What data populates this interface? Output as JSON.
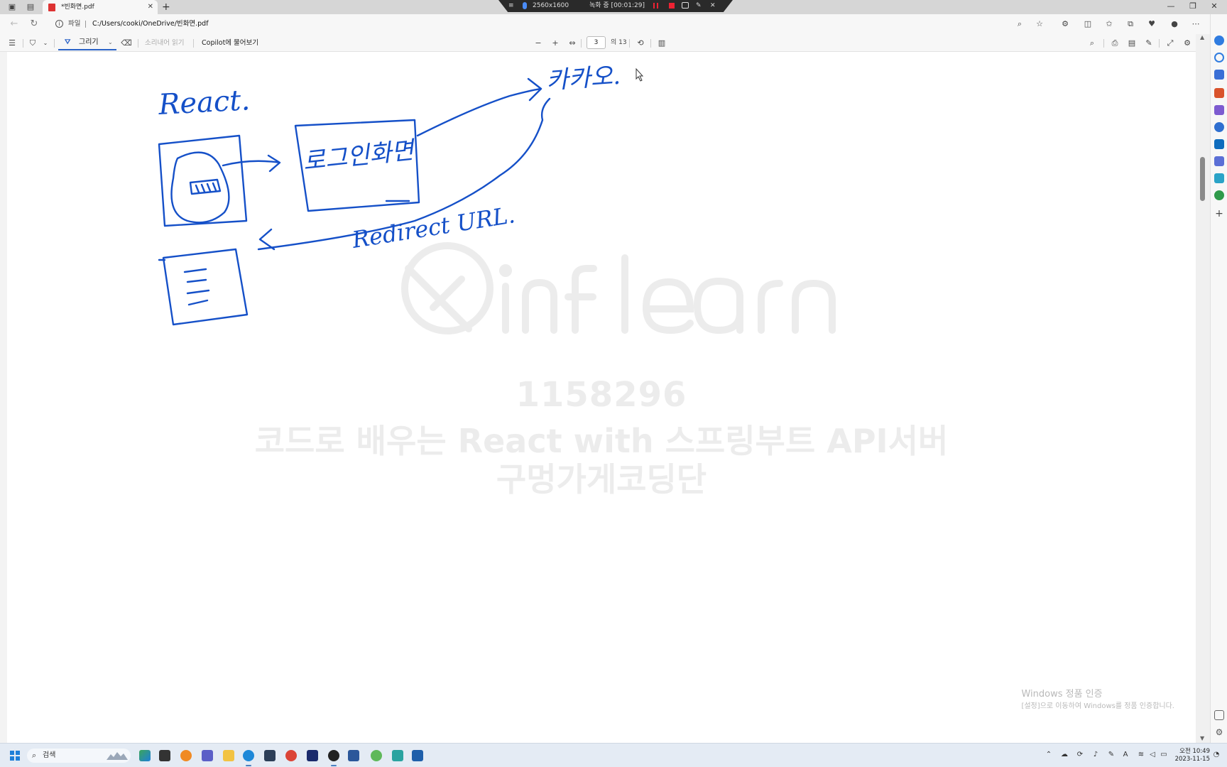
{
  "browser": {
    "tab_title": "*빈화면.pdf",
    "address_label": "파일",
    "url": "C:/Users/cooki/OneDrive/빈화면.pdf"
  },
  "recorder": {
    "resolution": "2560x1600",
    "status": "녹화 중 [00:01:29]"
  },
  "pdf_toolbar": {
    "draw_label": "그리기",
    "read_aloud_label": "소리내어 읽기",
    "copilot_label": "Copilot에 물어보기",
    "page_current": "3",
    "page_total": "의 13"
  },
  "drawing": {
    "react_label": "React.",
    "login_label": "로그인화면",
    "kakao_label": "카카오.",
    "redirect_label": "Redirect URL."
  },
  "watermark": {
    "brand": "inflearn",
    "number": "1158296",
    "course": "코드로 배우는 React with 스프링부트 API서버",
    "author": "구멍가게코딩단"
  },
  "activation": {
    "title": "Windows 정품 인증",
    "subtitle": "[설정]으로 이동하여 Windows를 정품 인증합니다."
  },
  "taskbar": {
    "search_placeholder": "검색",
    "clock_time": "오전 10:49",
    "clock_date": "2023-11-15"
  },
  "colors": {
    "ink": "#1550c8",
    "accent": "#2b63c7",
    "watermark": "#ececec"
  },
  "icons": [
    "search-icon",
    "star-icon",
    "settings-icon",
    "print-icon",
    "save-icon",
    "zoom-out-icon",
    "zoom-in-icon",
    "fit-page-icon",
    "rotate-icon"
  ]
}
